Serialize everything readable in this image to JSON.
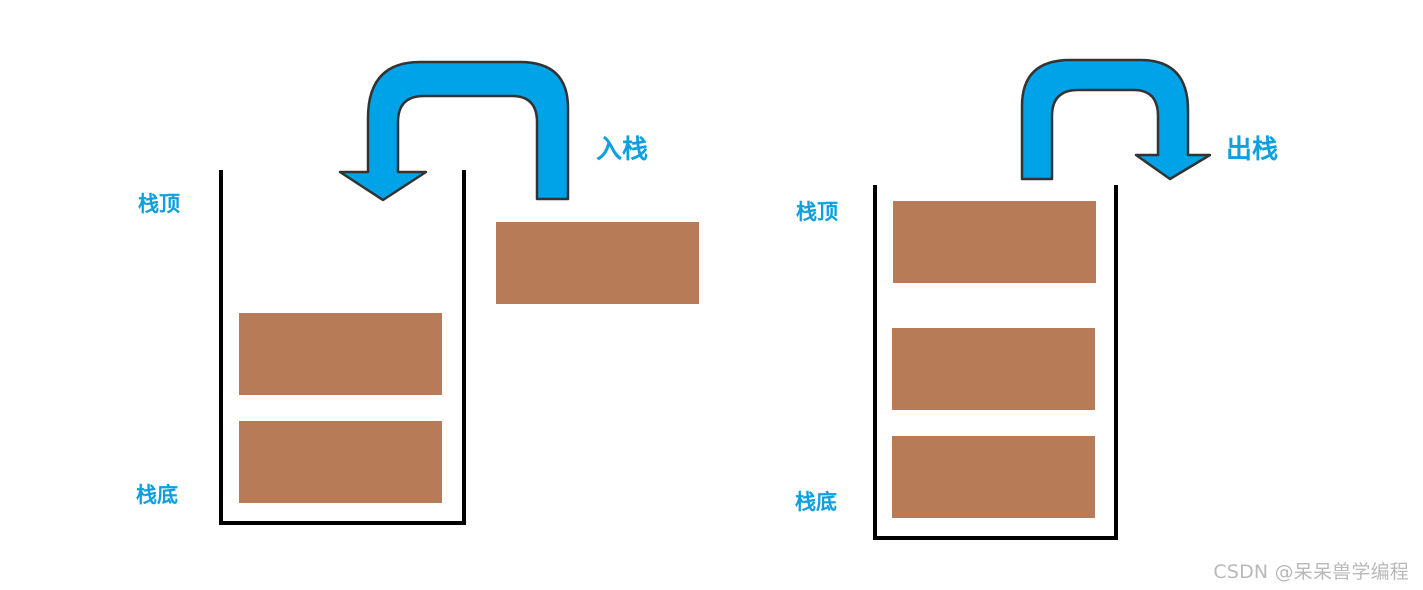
{
  "push_panel": {
    "top_label": "栈顶",
    "bottom_label": "栈底",
    "action_label": "入栈",
    "stack_item_count": 2,
    "incoming_item_count": 1
  },
  "pop_panel": {
    "top_label": "栈顶",
    "bottom_label": "栈底",
    "action_label": "出栈",
    "stack_item_count": 3
  },
  "colors": {
    "item_fill": "#b77b57",
    "arrow_fill": "#00a2e8",
    "arrow_stroke": "#333333",
    "label_color": "#0da0de",
    "container_stroke": "#000000",
    "watermark_color": "#b9b9b9"
  },
  "watermark": "CSDN @呆呆兽学编程"
}
